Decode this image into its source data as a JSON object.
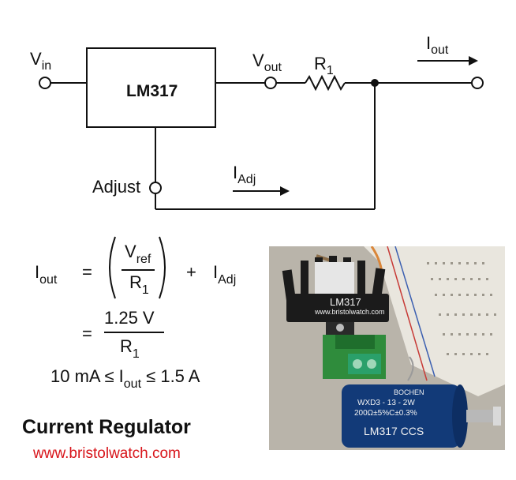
{
  "circuit": {
    "chip_label": "LM317",
    "vin": {
      "main": "V",
      "sub": "in"
    },
    "vout": {
      "main": "V",
      "sub": "out"
    },
    "r1": {
      "main": "R",
      "sub": "1"
    },
    "iout": {
      "main": "I",
      "sub": "out"
    },
    "adjust": "Adjust",
    "iadj": {
      "main": "I",
      "sub": "Adj"
    }
  },
  "equations": {
    "line1": {
      "lhs_main": "I",
      "lhs_sub": "out",
      "equals": "=",
      "num_main": "V",
      "num_sub": "ref",
      "den_main": "R",
      "den_sub": "1",
      "plus": "+",
      "rhs_main": "I",
      "rhs_sub": "Adj"
    },
    "line2": {
      "equals": "=",
      "num": "1.25 V",
      "den_main": "R",
      "den_sub": "1"
    },
    "line3": {
      "pre": "10 mA ≤ I",
      "sub": "out",
      "post": " ≤ 1.5 A"
    }
  },
  "footer": {
    "title": "Current Regulator",
    "url": "www.bristolwatch.com"
  },
  "photo": {
    "heatsink_label": "LM317",
    "heatsink_url": "www.bristolwatch.com",
    "pot_brand": "BOCHEN",
    "pot_model": "WXD3 - 13 - 2W",
    "pot_spec": "200Ω±5%C±0.3%",
    "pot_label": "LM317 CCS"
  },
  "colors": {
    "line": "#111111",
    "url": "#d8141a",
    "pot": "#123a78",
    "heatsink": "#1b1b1b",
    "breadboard": "#e9e6de",
    "pcb": "#2f8c3c",
    "terminal": "#2aa06a"
  }
}
